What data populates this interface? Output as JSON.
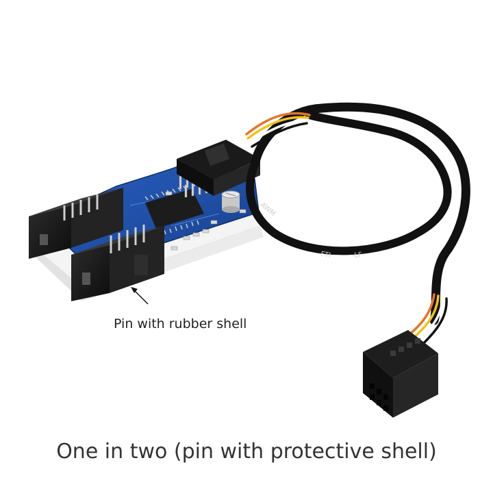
{
  "annotation": {
    "text": "Pin with rubber shell"
  },
  "cable_print": {
    "text1": "AWM",
    "text2": "FTI",
    "text3": "-LF-"
  },
  "caption": {
    "text": "One in two (pin with protective shell)"
  },
  "colors": {
    "pcb": "#1f4fa8",
    "connector_shell": "#1a1a1a",
    "cable": "#111111",
    "wire_yellow": "#f2c21b",
    "wire_orange": "#e8742a",
    "base": "#f4f4f4"
  }
}
